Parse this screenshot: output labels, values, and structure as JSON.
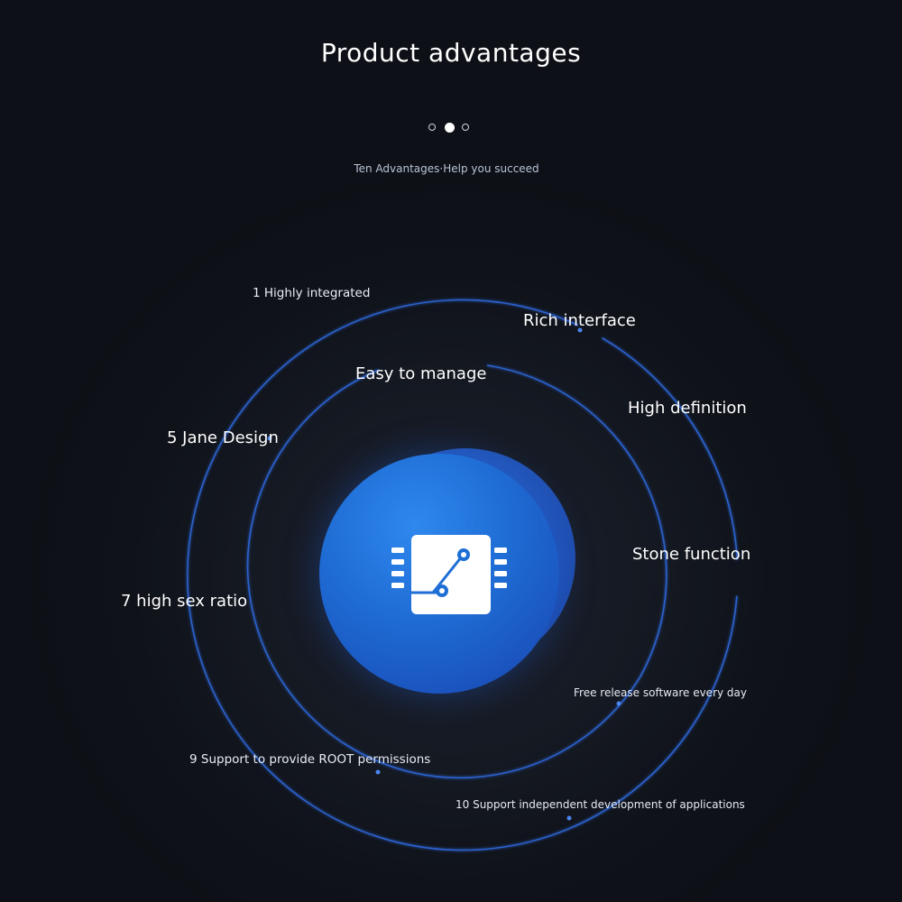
{
  "header": {
    "title": "Product advantages",
    "subtitle": "Ten Advantages·Help you succeed"
  },
  "pager": {
    "count": 3,
    "active_index": 1
  },
  "advantages": [
    {
      "label": "1 Highly integrated"
    },
    {
      "label": "Rich interface"
    },
    {
      "label": "Easy to manage"
    },
    {
      "label": "High definition"
    },
    {
      "label": "5 Jane Design"
    },
    {
      "label": "Stone function"
    },
    {
      "label": "7 high sex ratio"
    },
    {
      "label": "Free release software every day"
    },
    {
      "label": "9 Support to provide ROOT permissions"
    },
    {
      "label": "10 Support independent development of applications"
    }
  ],
  "center": {
    "icon": "chip-icon"
  },
  "colors": {
    "background": "#12151d",
    "orbit": "#2f6ae0",
    "core": "#1f6ed6",
    "text": "#ffffff"
  }
}
